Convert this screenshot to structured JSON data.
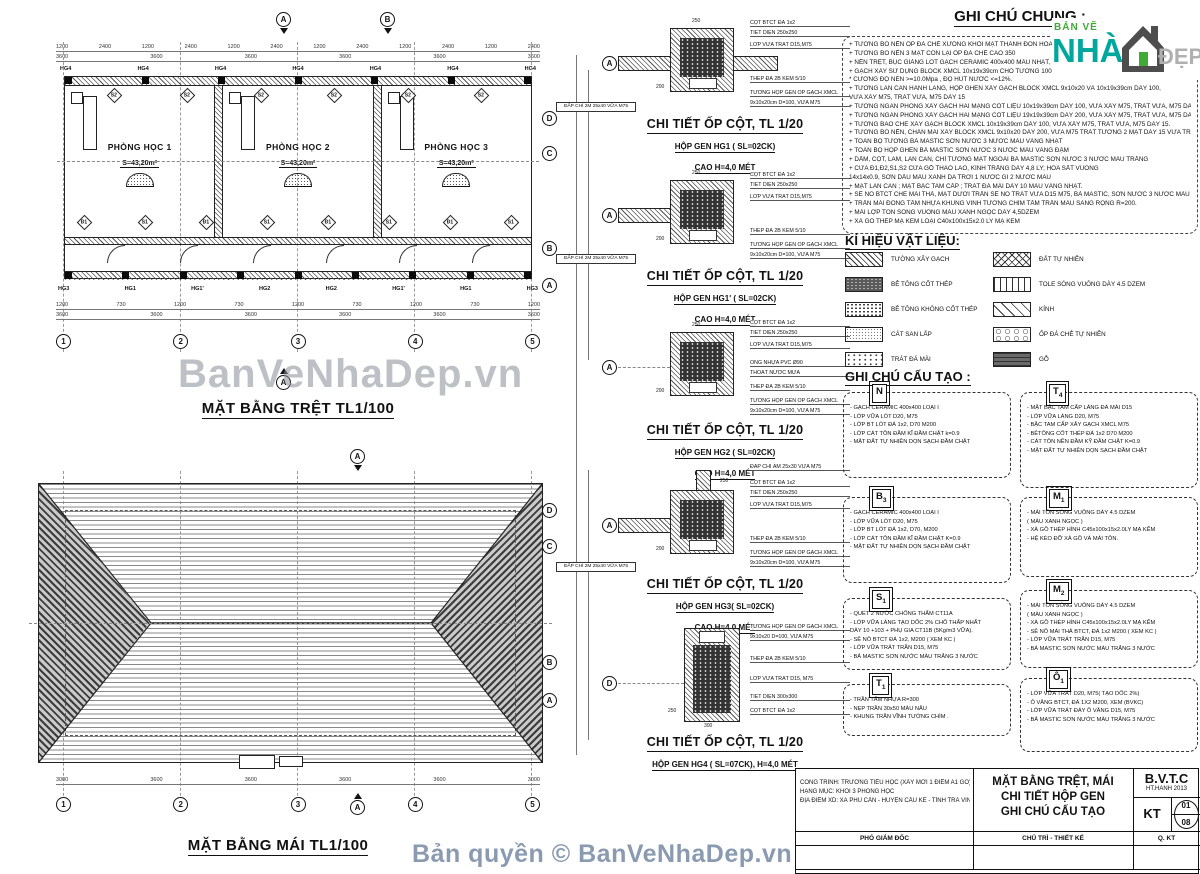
{
  "colors": {
    "ban_ve_green": "#3faa35",
    "nha_teal": "#00a79d",
    "house_gray": "#4d4d4d",
    "dep_gray": "#b0b0b0",
    "watermark_blue": "#8a9ab1",
    "line": "#222222"
  },
  "watermarks": {
    "center": "BanVeNhaDep.vn",
    "bottom": "Bản quyền © BanVeNhaDep.vn"
  },
  "logo": {
    "top": "BẢN VẼ",
    "name": "NHÀ",
    "suffix": "ĐẸP"
  },
  "floor_plan": {
    "title": "MẶT BẰNG TRỆT  TL1/100",
    "rooms": [
      {
        "name": "PHÒNG HỌC 1",
        "area": "S=43,20m²"
      },
      {
        "name": "PHÒNG HỌC 2",
        "area": "S=43,20m²"
      },
      {
        "name": "PHÒNG HỌC 3",
        "area": "S=43,20m²"
      }
    ],
    "top_labels": "HG4 HG4 HG4 HG4 HG4 HG4 HG4",
    "bottom_labels": "HG3 HG1 HG1' HG2 HG2 HG1' HG1 HG3",
    "dims_top1": "1200 2400 1200 2400 1200 2400 1200 2400 1200 2400 1200 2400",
    "dims_top2": "3600 3600 3600 3600 3600 3600",
    "dims_bottom1": "1200 730 1200 730 1200 730 1200 730 1200",
    "dims_bottom2": "3600 3600 3600 3600 3600 3600",
    "axes_bottom": [
      "1",
      "2",
      "3",
      "4",
      "5"
    ],
    "axes_right": [
      "D",
      "C",
      "B",
      "A"
    ],
    "section_a": "A",
    "section_b": "B",
    "door_tags": [
      "Đ1",
      "S1",
      "Đ1",
      "S1",
      "Đ1",
      "S1",
      "Đ1",
      "S1"
    ],
    "window_tags": [
      "S2",
      "S2",
      "S2",
      "S2",
      "S2",
      "S2"
    ]
  },
  "roof_plan": {
    "title": "MẶT BẰNG MÁI  TL1/100",
    "dims_bottom": "3000 3600 3600 3600 3600 3000",
    "axes_bottom": [
      "1",
      "2",
      "3",
      "4",
      "5"
    ],
    "axes_right": [
      "D",
      "C",
      "B",
      "A"
    ],
    "section": "A"
  },
  "details": [
    {
      "title": "CHI TIẾT ỐP CỘT, TL 1/20",
      "sub": "HỘP GEN HG1 ( SL=02CK)",
      "sub2": "CAO H=4,0 MÉT",
      "axis": "A",
      "dim_top": "250",
      "dim_side": "200",
      "left_label": "ĐẮP CHỈ 2M 25x40 VỮA M75",
      "annotations": [
        "CỘT BTCT ĐÁ 1x2",
        "TIẾT DIỆN 250x250",
        "LỚP VỮA TRÁT D15,M75",
        "THÉP ĐÁ 2B KẼM 5/10",
        "TƯỜNG HỘP GEN ỐP GẠCH XMCL",
        "9x10x20cm D=100, VỮA M75"
      ]
    },
    {
      "title": "CHI TIẾT ỐP CỘT, TL 1/20",
      "sub": "HỘP GEN HG1' ( SL=02CK)",
      "sub2": "CAO H=4,0 MÉT",
      "axis": "A",
      "dim_top": "250",
      "dim_side": "200",
      "left_label": "ĐẮP CHỈ 2M 25x40 VỮA M75",
      "annotations": [
        "CỘT BTCT ĐÁ 1x2",
        "TIẾT DIỆN 250x250",
        "LỚP VỮA TRÁT D15,M75",
        "THÉP ĐÁ 2B KẼM 5/10",
        "TƯỜNG HỘP GEN ỐP GẠCH XMCL",
        "9x10x20cm D=100, VỮA M75"
      ]
    },
    {
      "title": "CHI TIẾT ỐP CỘT, TL 1/20",
      "sub": "HỘP GEN HG2 ( SL=02CK)",
      "sub2": "CAO H=4,0 MÉT",
      "axis": "A",
      "dim_top": "250",
      "dim_side": "200",
      "annotations": [
        "CỘT BTCT ĐÁ 1x2",
        "TIẾT DIỆN 250x250",
        "LỚP VỮA TRÁT D15,M75",
        "ỐNG NHỰA PVC Ø90",
        "THOÁT NƯỚC MƯA",
        "THÉP ĐÁ 2B KẼM 5/10",
        "TƯỜNG HỘP GEN ỐP GẠCH XMCL",
        "9x10x20cm D=100, VỮA M75"
      ]
    },
    {
      "title": "CHI TIẾT ỐP CỘT, TL 1/20",
      "sub": "HỘP GEN HG3( SL=02CK)",
      "sub2": "CAO H=4,0 MÉT",
      "axis": "A",
      "dim_top": "250",
      "dim_side": "200",
      "left_label": "ĐẮP CHỈ 2M 25x40 VỮA M75",
      "top_label": "ĐẮP CHỈ ÂM 25x30 VỮA M75",
      "annotations": [
        "CỘT BTCT ĐÁ 1x2",
        "TIẾT DIỆN 250x250",
        "LỚP VỮA TRÁT D15,M75",
        "THÉP ĐÁ 2B KẼM 5/10",
        "TƯỜNG HỘP GEN ỐP GẠCH XMCL",
        "9x10x20cm D=100, VỮA M75"
      ]
    },
    {
      "title": "CHI TIẾT ỐP CỘT, TL 1/20",
      "sub": "HỘP GEN HG4 ( SL=07CK), H=4,0 MÉT",
      "axis": "D",
      "dim_top": "300",
      "dim_side": "250",
      "annotations": [
        "TƯỜNG HỘP GEN ỐP GẠCH XMCL",
        "9x10x20 D=100, VỮA M75",
        "THÉP ĐÁ 2B KẼM 5/10",
        "LỚP VỮA TRÁT D15, M75",
        "TIẾT DIỆN 300x300",
        "CỘT BTCT ĐÁ 1x2"
      ]
    }
  ],
  "notes_general": {
    "heading": "GHI CHÚ CHUNG :",
    "lines": [
      "+ TƯỜNG BÓ NỀN ỐP ĐÁ CHẺ XƯỐNG KHỎI MẶT THÀNH ĐÔN HOA 100, ĐÔN",
      "+ TƯỜNG BÓ NỀN 3 MẶT CÒN LẠI ỐP ĐÁ CHẺ  CAO 350",
      "+ NỀN TRỆT, BỤC GIẢNG LÓT GẠCH CERAMIC 400x400  MÀU NHẠT, VỮA LÓT M75",
      "+ GẠCH XÂY SỬ DỤNG BLOCK XMCL 10x19x39cm CHO TƯỜNG 100, 19x19x39cm CHO TƯỜNG 200.",
      "* CƯỜNG ĐỘ NÉN >=10.0Mpa , ĐỘ HÚT NƯỚC <=12%.",
      "+ TƯỜNG LAN CAN HÀNH LANG, HỘP GHEN XÂY GẠCH BLOCK XMCL 9x10x20 VÀ 10x19x39cm DÀY 100,",
      "VỮA XÂY M75, TRÁT VỮA, M75 DÀY 15",
      "+ TƯỜNG NGĂN PHÒNG XÂY GẠCH HAI MẶNG CỐT LIỆU 10x19x39cm DÀY 100, VỮA XÂY M75, TRÁT VỮA, M75 DÀY 15",
      "+ TƯỜNG NGĂN PHÒNG XÂY GẠCH HAI MẶNG CỐT LIỆU 19x19x39cm DÀY 200, VỮA XÂY M75, TRÁT VỮA, M75 DÀY 15",
      "+ TƯỜNG BAO CHE XÂY GẠCH BLOCK XMCL 10x19x39cm DÀY 100, VỮA XÂY M75, TRÁT VỮA, M75 DÀY 15.",
      "+ TƯỜNG BÓ NỀN, CHÂN MÁI XÂY BLOCK XMCL 9x10x20 DÀY 200, VỮA M75 TRÁT TƯỜNG 2 MẶT DÀY 15 VỮA TRÁT M75",
      "+ TOÀN BỘ TƯỜNG BẢ MASTIC SƠN NƯỚC 3 NƯỚC MÀU VÀNG NHẠT",
      "+ TOÀN BỘ HỘP GHEN BẢ  MASTIC SƠN NƯỚC 3 NƯỚC MÀU VÀNG ĐẬM",
      "+ DẦM, CỘT, LAM, LAN CAN, CHỈ TƯỜNG MẶT NGOÀI BẢ  MASTIC SƠN NƯỚC 3 NƯỚC MÀU TRẮNG",
      "+ CỬA Đ1,Đ2,S1,S2 CỬA GỖ THAO LAO, KÍNH TRẮNG DÀY 4,8 LY; HOA SẮT VUÔNG",
      "14x14x0.9, SƠN DẦU MÀU XANH DA TRỜI 1 NƯỚC GI 2 NƯỚC MÀU",
      "+ MẶT LAN CAN ; MẶT BẬC TAM CẤP ; TRÁT ĐÁ MÀI DÀY 10 MÀU VÀNG NHẠT.",
      "+ SÊ NÔ BTCT CHE MÁI THẢ, MẶT DƯỚI TRẦN SÊ NÔ TRÁT VỮA D15 M75, BẢ MASTIC, SƠN NƯỚC 3 NƯỚC MÀU TRẮNG",
      "+ TRẦN MÁI ĐÓNG TẤM NHỰA KHUNG VĨNH TƯỜNG CHÌM TẤM TRẦN MÀU SÁNG RỘNG R=200.",
      "+ MÁI LỢP TÔN SÓNG VUÔNG MÀU XANH NGỌC DÀY 4,5DZEM",
      "+ XÀ GỒ THÉP MẠ KẼM LOẠI C40x100x15x2.0 LY MẠ KẼM"
    ]
  },
  "legend": {
    "heading": "KÍ HIỆU VẬT LIỆU:",
    "left": [
      "TƯỜNG XÂY GẠCH",
      "BÊ TÔNG CỐT THÉP",
      "BÊ TÔNG KHÔNG CỐT THÉP",
      "CÁT SAN LẤP",
      "TRÁT ĐÁ MÀI"
    ],
    "right": [
      "ĐẤT TỰ NHIÊN",
      "TOLE SÓNG VUÔNG DÀY 4.5 DZEM",
      "KÍNH",
      "ỐP ĐÁ CHẺ TỰ NHIÊN",
      "GỖ"
    ]
  },
  "notes_structure": {
    "heading": "GHI CHÚ CẤU TẠO :",
    "n": {
      "label": "N",
      "sub": "",
      "lines": [
        "- GẠCH CERAMIC 400x400 LOẠI I",
        "- LỚP VỮA LÓT D20, M75",
        "- LỚP BT LÓT ĐÁ 1x2, D70  M200",
        "- LỚP CÁT TÔN ĐẦM KĨ ĐẦM CHẶT k=0.9",
        "- MẶT ĐẤT TỰ NHIÊN DỌN SẠCH ĐẦM CHẶT"
      ]
    },
    "t4": {
      "label": "T",
      "sub": "4",
      "lines": [
        "- MẶT BẬC TAM CẤP LÁNG ĐÁ MÀI D15",
        "- LỚP VỮA LÁNG D20, M75",
        "- BẬC TAM CẤP XÂY GẠCH XMCL M75",
        "- BÊTÔNG CỐT THÉP ĐÁ 1x2 D70 M200",
        "- CÁT TÔN NỀN ĐẦM KỸ ĐẦM CHẶT K=0.9",
        "- MẶT ĐẤT TỰ NHIÊN DỌN SẠCH ĐẦM CHẶT"
      ]
    },
    "b3": {
      "label": "B",
      "sub": "3",
      "lines": [
        "- GẠCH CERAMIC 400x400 LOẠI I",
        "- LỚP VỮA LÓT D20, M75",
        "- LỚP BT LÓT ĐÁ 1x2, D70, M200",
        "- LỚP CÁT TÔN ĐẦM KĨ ĐẦM CHẶT K=0.9",
        "- MẶT ĐẤT TỰ NHIÊN DỌN SẠCH ĐẦM CHẶT"
      ]
    },
    "m1": {
      "label": "M",
      "sub": "1",
      "lines": [
        "- MÁI TÔN SÓNG VUÔNG DÀY 4.5 DZEM",
        "  ( MÀU XANH NGỌC )",
        "- XÀ GỒ THÉP HÌNH C45x100x15x2.0LY MẠ KẼM",
        "- HỆ KÈO ĐỠ XÀ GỒ VÀ MÁI TÔN."
      ]
    },
    "s1": {
      "label": "S",
      "sub": "1",
      "lines": [
        "- QUÉT 2 NƯỚC CHỐNG THẤM CT11A",
        "- LỚP VỮA LÁNG TẠO DỐC 2% CHỖ THẤP NHẤT",
        "  DÀY 10 +103 + PHỤ GIA CT11B (5Kg/m3 VỮA).",
        "- SÊ NÔ BTCT ĐÁ 1x2, M200 ( XEM KC )",
        "- LỚP VỮA TRÁT TRẦN  D15, M75",
        "- BẢ MASTIC SƠN NƯỚC MÀU TRẮNG 3 NƯỚC"
      ]
    },
    "m2": {
      "label": "M",
      "sub": "2",
      "lines": [
        "- MÁI TÔN SÓNG VUÔNG DÀY 4.5 DZEM",
        "  ( MÀU XANH NGỌC )",
        "- XÀ GỒ THÉP HÌNH C45x100x15x2.0LY MẠ KẼM",
        "- SÊ NÔ MÁI THẢ BTCT, ĐÁ 1x2  M200 ( XEM KC )",
        "- LỚP VỮA TRÁT TRẦN D15,  M75",
        "- BẢ MASTIC SƠN NƯỚC MÀU TRẮNG 3 NƯỚC"
      ]
    },
    "t1": {
      "label": "T",
      "sub": "1",
      "lines": [
        "- TRẦN TẤM NHỰA R=300",
        "- NẸP TRẦN 30x50 MÀU NÂU",
        "- KHUNG TRẦN VĨNH TƯỜNG CHÌM ."
      ]
    },
    "o1": {
      "label": "Ô",
      "sub": "1",
      "lines": [
        "- LỚP VỮA TRÁT D20, M75( TẠO DỐC 2%)",
        "- Ô VĂNG BTCT, ĐÁ 1X2 M200, XEM (BVKC)",
        "- LỚP VỮA TRÁT ĐÁY Ô VĂNG D15, M75",
        "- BẢ MASTIC SƠN NƯỚC MÀU TRẮNG 3 NƯỚC"
      ]
    }
  },
  "title_block": {
    "project_lines": [
      "CÔNG TRÌNH: TRƯỜNG TIỂU HỌC (XÂY MỚI 1 ĐIỂM A1 GÒ)",
      "HẠNG MỤC: KHỐI 3 PHÒNG HỌC",
      "ĐỊA ĐIỂM XD: XÃ PHÚ CẦN - HUYỆN CẦU KÈ - TỈNH TRÀ VINH"
    ],
    "title_lines": [
      "MẶT BẰNG TRỆT, MÁI",
      "CHI TIẾT HỘP GEN",
      "GHI CHÚ CẤU TẠO"
    ],
    "code": "B.V.T.C",
    "date": "HT.HANH 2013",
    "kt": "KT",
    "sheet_no": "01",
    "sheet_total": "08",
    "row_labels": [
      "PHÓ GIÁM ĐỐC",
      "CHỦ TRÌ - THIẾT KẾ",
      "Q. KT"
    ]
  }
}
